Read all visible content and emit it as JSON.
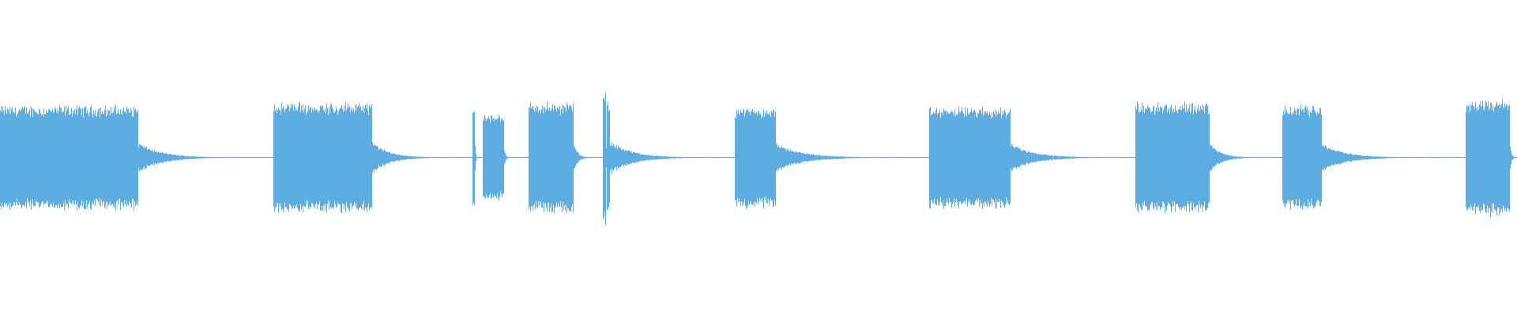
{
  "waveform": {
    "color": "#5dade2",
    "background": "#ffffff",
    "segments": [
      {
        "start": 0.0,
        "end": 0.091,
        "amp": 0.34,
        "tail": 0.083
      },
      {
        "start": 0.18,
        "end": 0.245,
        "amp": 0.36,
        "tail": 0.062
      },
      {
        "start": 0.311,
        "end": 0.313,
        "amp": 0.36,
        "tail": 0.002
      },
      {
        "start": 0.318,
        "end": 0.332,
        "amp": 0.28,
        "tail": 0.005
      },
      {
        "start": 0.348,
        "end": 0.378,
        "amp": 0.36,
        "tail": 0.014
      },
      {
        "start": 0.397,
        "end": 0.399,
        "amp": 0.46,
        "tail": 0.004
      },
      {
        "start": 0.4,
        "end": 0.402,
        "amp": 0.38,
        "tail": 0.078
      },
      {
        "start": 0.484,
        "end": 0.511,
        "amp": 0.33,
        "tail": 0.094
      },
      {
        "start": 0.612,
        "end": 0.666,
        "amp": 0.33,
        "tail": 0.084
      },
      {
        "start": 0.748,
        "end": 0.797,
        "amp": 0.36,
        "tail": 0.04
      },
      {
        "start": 0.845,
        "end": 0.871,
        "amp": 0.34,
        "tail": 0.081
      },
      {
        "start": 0.966,
        "end": 0.995,
        "amp": 0.38,
        "tail": 0.005
      }
    ]
  }
}
